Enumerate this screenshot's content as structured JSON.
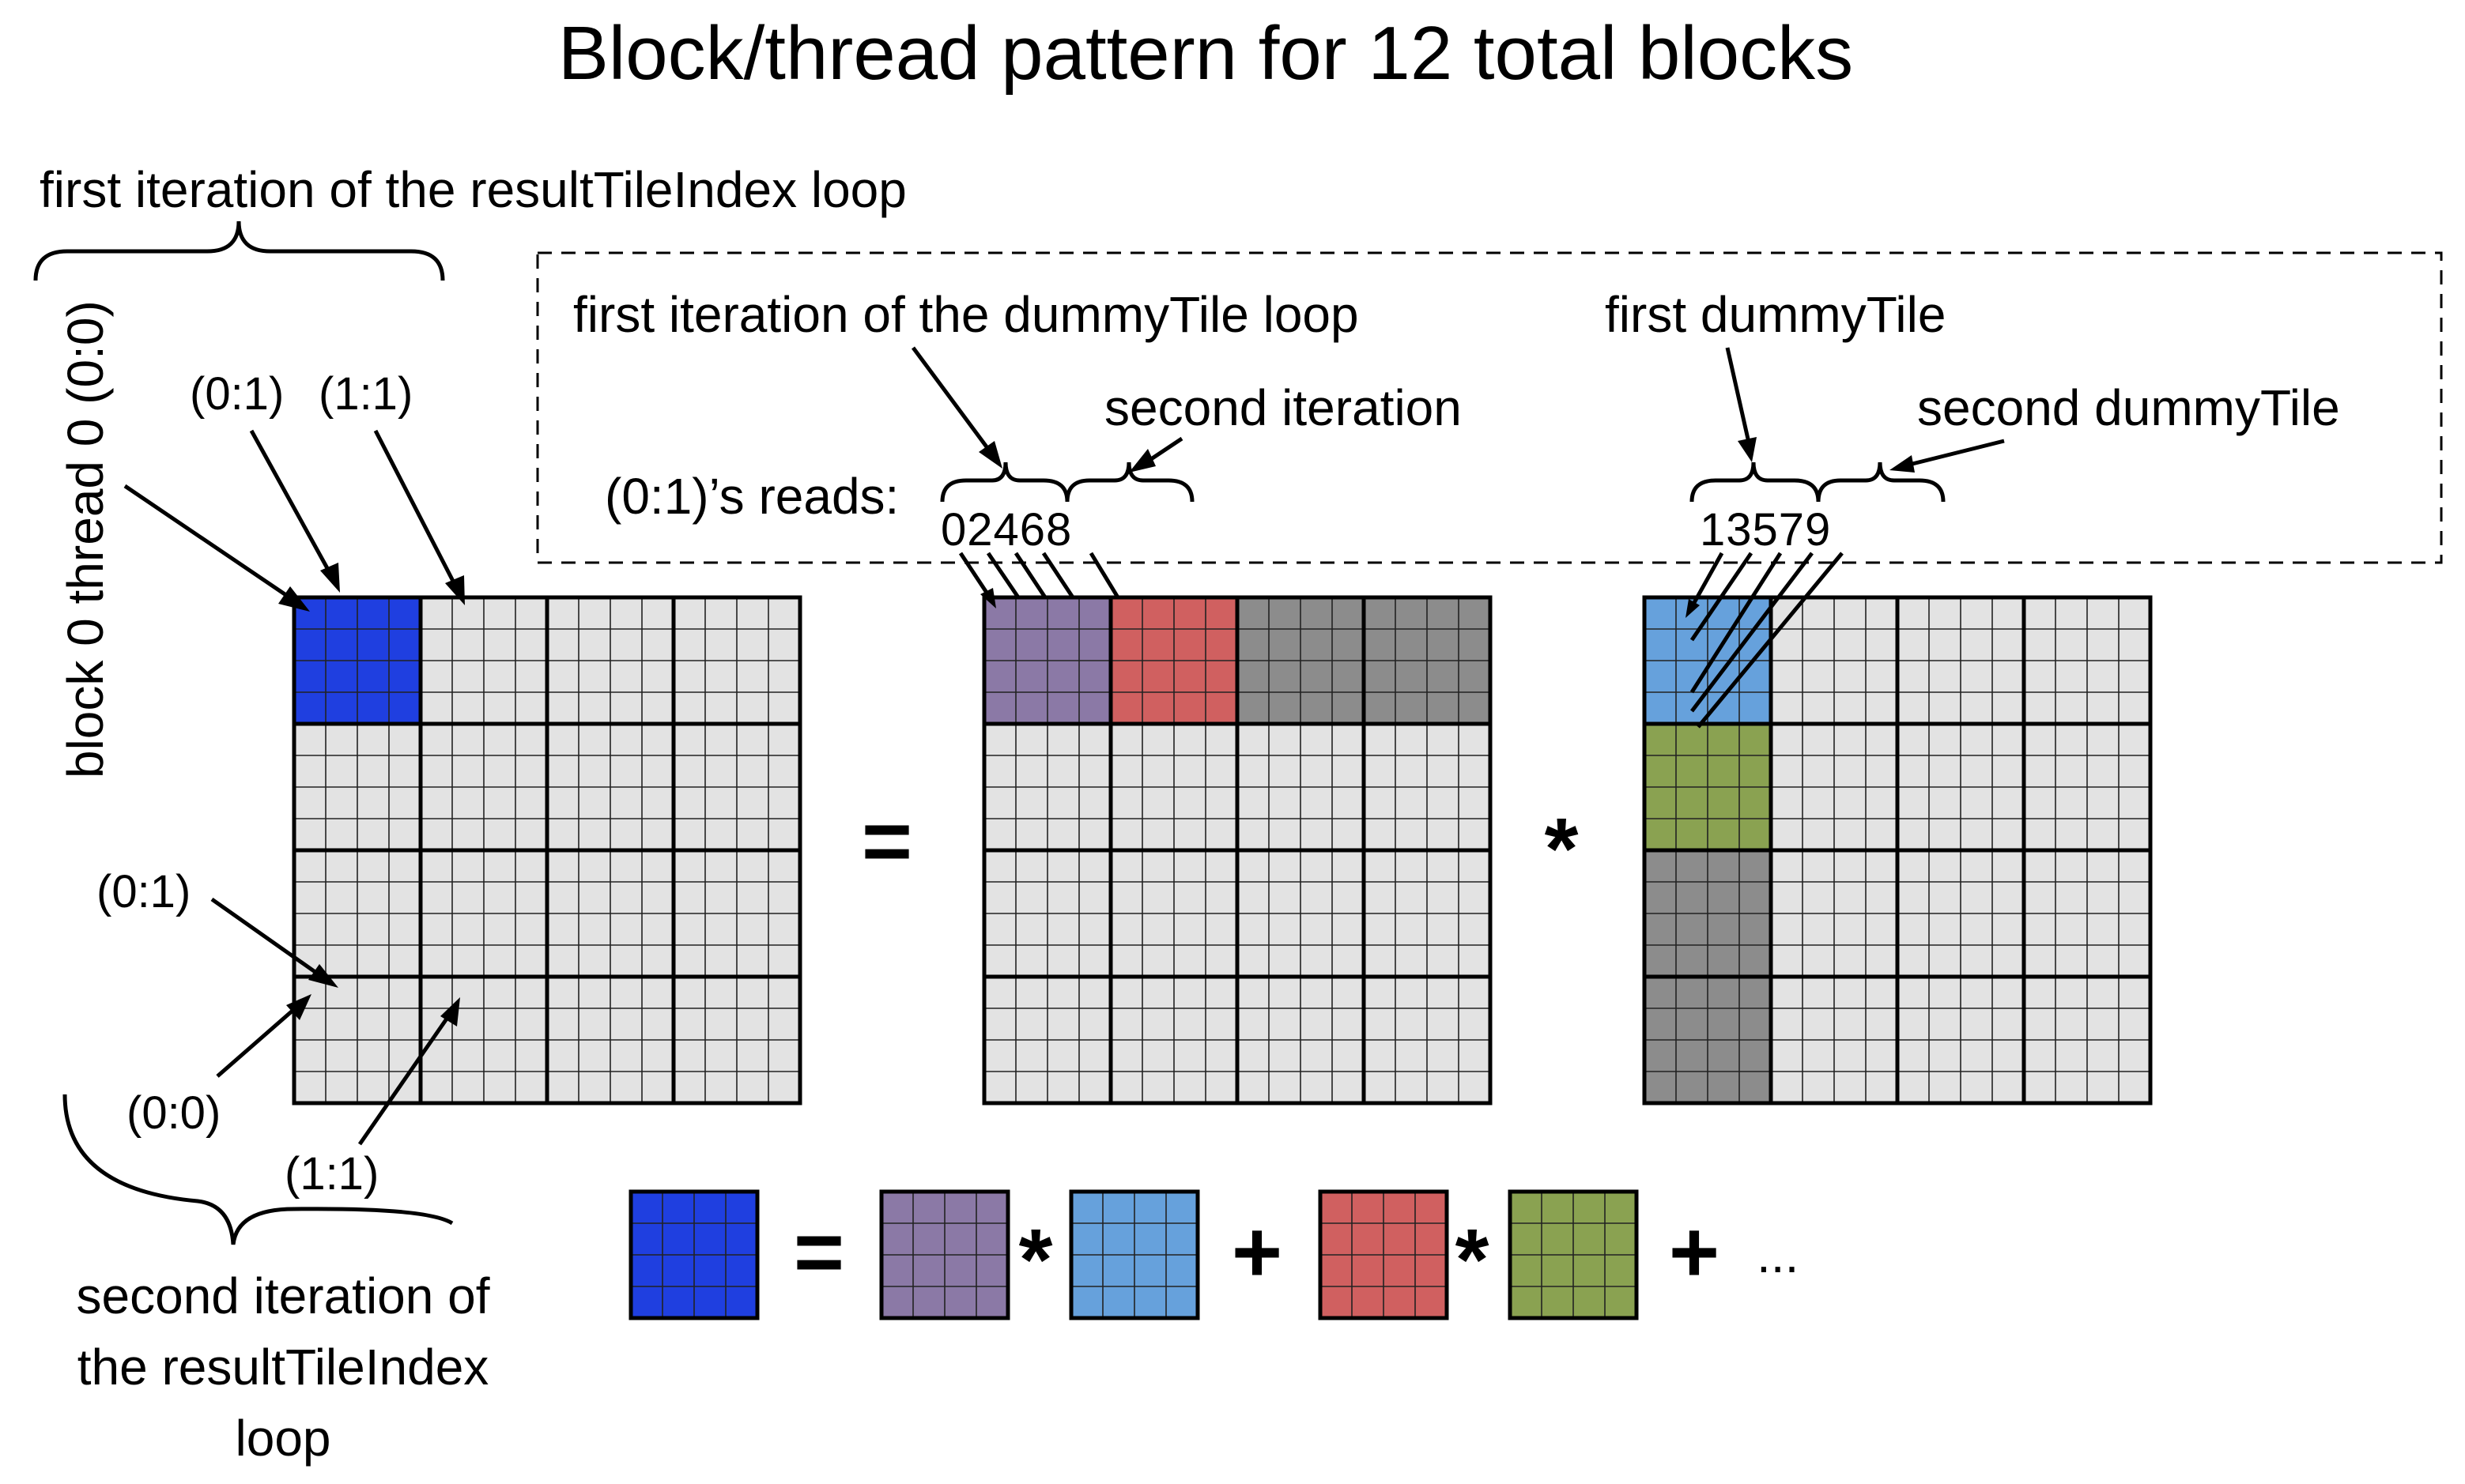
{
  "title": "Block/thread pattern for 12 total blocks",
  "labels": {
    "first_iter_result": "first iteration of the resultTileIndex loop",
    "block_thread": "block 0 thread 0 (0:0)",
    "coord_01_top": "(0:1)",
    "coord_11_top": "(1:1)",
    "coord_01_left": "(0:1)",
    "coord_00": "(0:0)",
    "coord_11_bottom": "(1:1)",
    "second_iter_line1": "second iteration of",
    "second_iter_line2": "the resultTileIndex",
    "second_iter_line3": "loop",
    "first_iter_dummy": "first iteration of the dummyTile loop",
    "second_iteration": "second iteration",
    "reads": "(0:1)’s reads:",
    "even_digits": "02468",
    "first_dummy": "first dummyTile",
    "second_dummy": "second dummyTile",
    "odd_digits": "13579",
    "equals_main": "=",
    "times_main": "*",
    "eq_bottom": "=",
    "times_1": "*",
    "plus_1": "+",
    "times_2": "*",
    "plus_2": "+",
    "ellipsis": "..."
  },
  "colors": {
    "blue": "#1f3fe0",
    "purple": "#8b79a6",
    "red": "#d06060",
    "light_blue": "#66a1dc",
    "green": "#8aa251",
    "dark_gray": "#8c8c8c",
    "light_gray": "#e3e3e3"
  }
}
